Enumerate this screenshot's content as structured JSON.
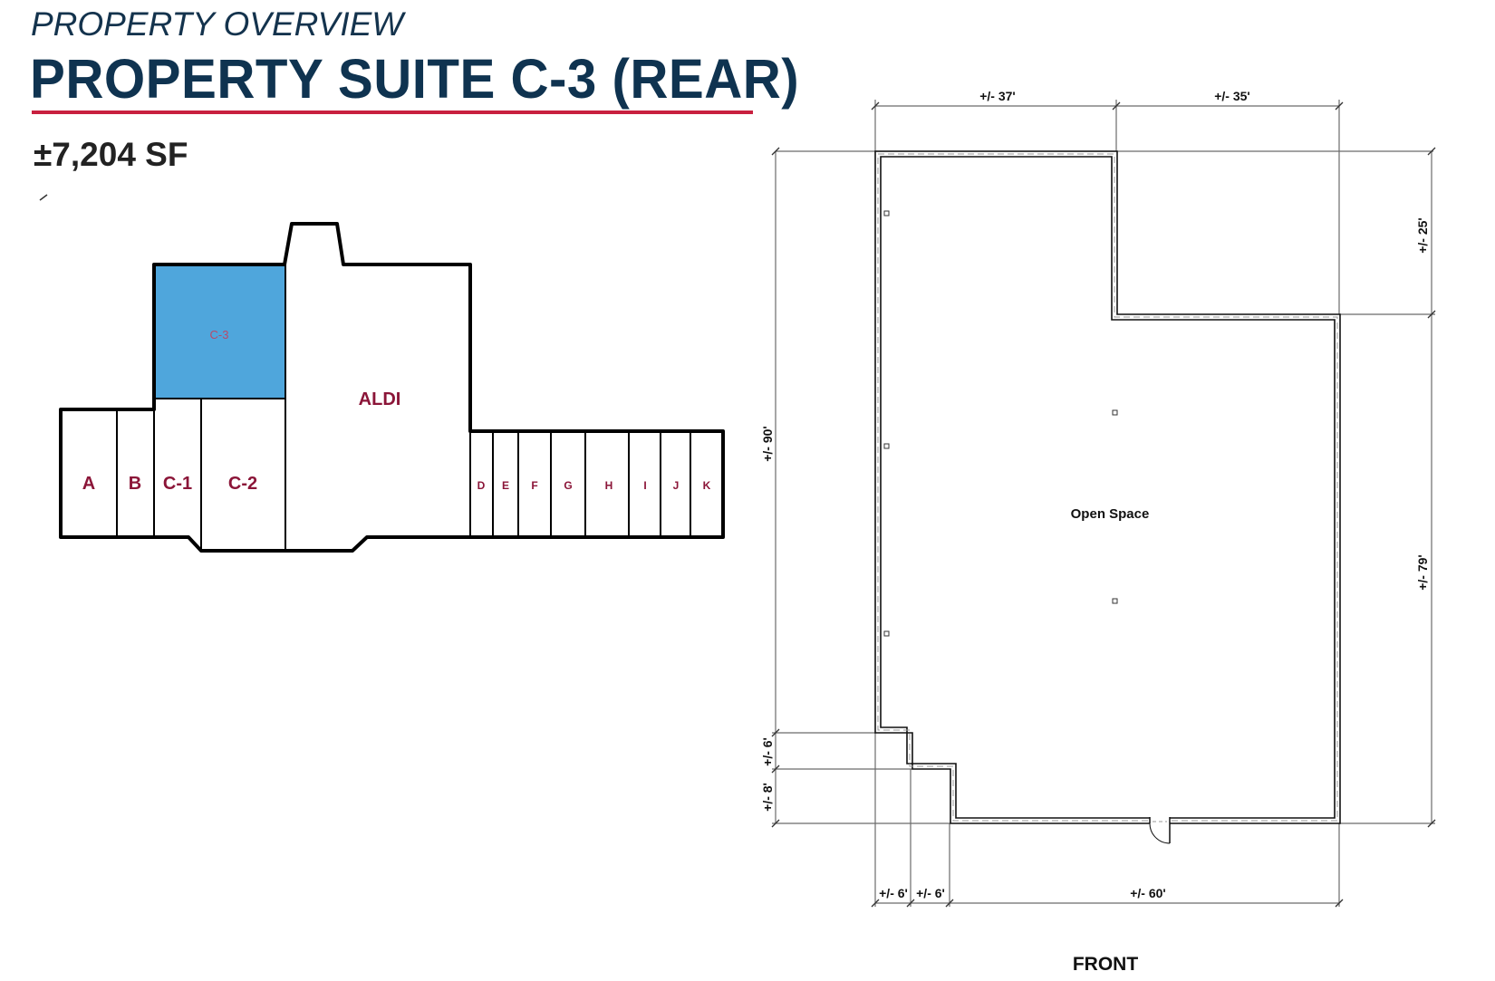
{
  "header": {
    "kicker": "PROPERTY OVERVIEW",
    "title": "PROPERTY SUITE C-3 (REAR)",
    "area": "±7,204 SF"
  },
  "colors": {
    "title": "#0f3350",
    "accent_rule": "#c8203f",
    "highlight_suite": "#4fa6dc",
    "unit_label": "#8b1538"
  },
  "site_plan": {
    "highlighted_suite": "C-3",
    "anchor_tenant": "ALDI",
    "units": {
      "A": "A",
      "B": "B",
      "C1": "C-1",
      "C2": "C-2",
      "C3": "C-3",
      "D": "D",
      "E": "E",
      "F": "F",
      "G": "G",
      "H": "H",
      "I": "I",
      "J": "J",
      "K": "K"
    }
  },
  "floor_plan": {
    "room_label": "Open Space",
    "orientation_label": "FRONT",
    "dimensions": {
      "top_left": "+/- 37'",
      "top_right": "+/- 35'",
      "right_upper": "+/- 25'",
      "right_lower": "+/- 79'",
      "left_overall": "+/- 90'",
      "left_step_upper": "+/- 6'",
      "left_step_lower": "+/- 8'",
      "bottom_step_1": "+/- 6'",
      "bottom_step_2": "+/- 6'",
      "bottom_main": "+/- 60'"
    }
  }
}
